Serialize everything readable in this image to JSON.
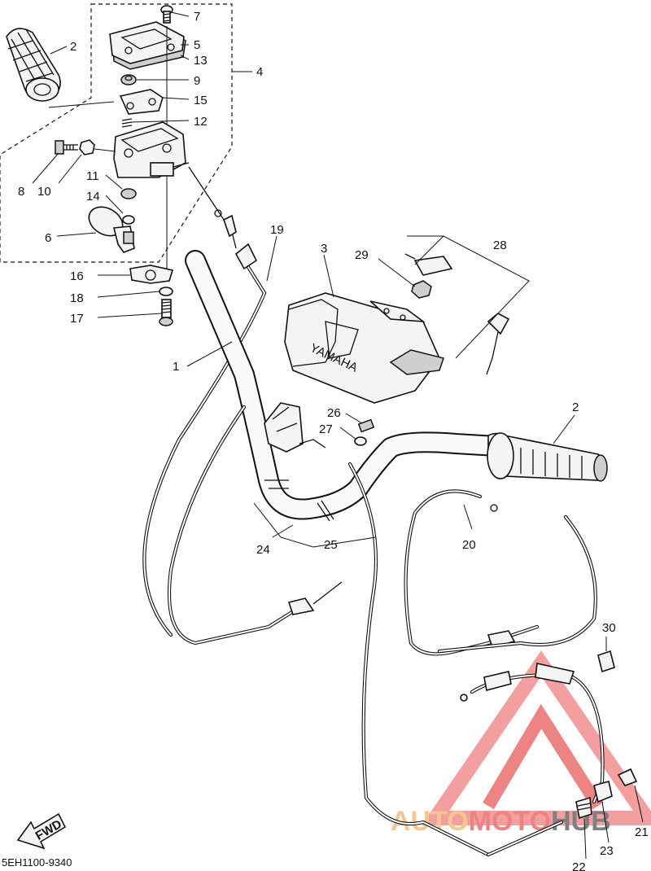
{
  "diagram": {
    "part_code": "5EH1100-9340",
    "fwd_label": "FWD",
    "cover_text": "YAMAHA",
    "watermark": {
      "text_a": "AUTO",
      "text_b": "MOTO",
      "text_c": "HUB",
      "color_a": "#f2b46a",
      "color_b": "#e85a5a",
      "color_c": "#555555"
    },
    "callouts": {
      "c1": "1",
      "c2a": "2",
      "c2b": "2",
      "c3": "3",
      "c4": "4",
      "c5": "5",
      "c6": "6",
      "c7": "7",
      "c8": "8",
      "c9": "9",
      "c10": "10",
      "c11": "11",
      "c12": "12",
      "c13": "13",
      "c14": "14",
      "c15": "15",
      "c16": "16",
      "c17": "17",
      "c18": "18",
      "c19": "19",
      "c20": "20",
      "c21": "21",
      "c22": "22",
      "c23": "23",
      "c24": "24",
      "c25": "25",
      "c26": "26",
      "c27": "27",
      "c28": "28",
      "c29": "29",
      "c30": "30"
    }
  }
}
